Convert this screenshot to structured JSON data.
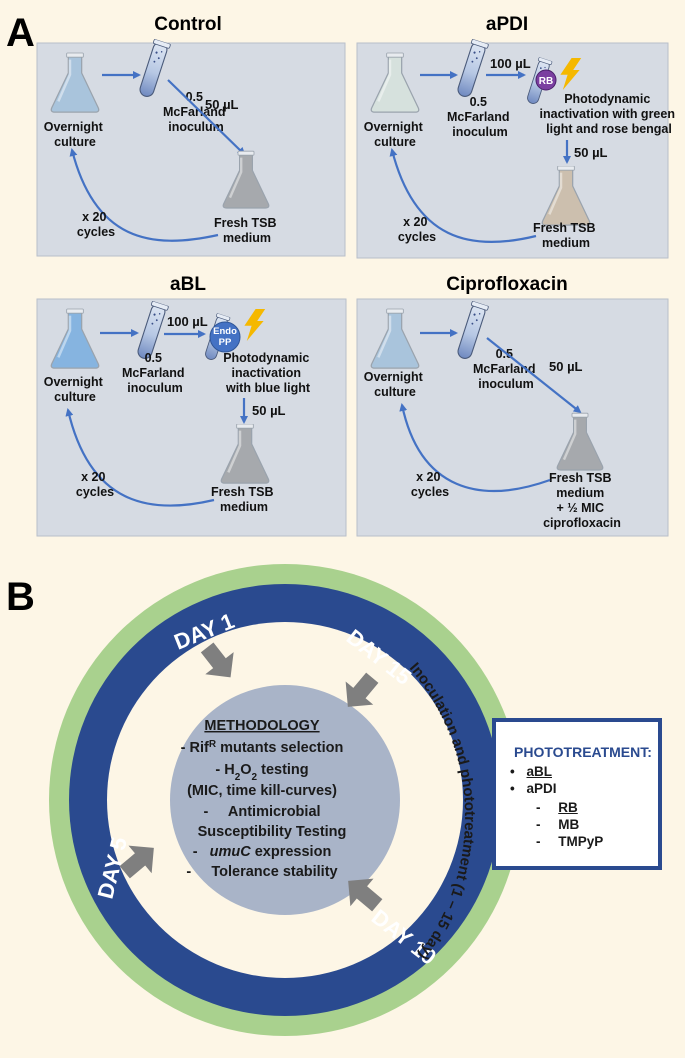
{
  "panel_a": {
    "letter": "A",
    "control": {
      "title": "Control",
      "overnight": [
        "Overnight",
        "culture"
      ],
      "inoculum": [
        "0.5",
        "McFarland",
        "inoculum"
      ],
      "volume": "50 µL",
      "fresh": [
        "Fresh TSB",
        "medium"
      ],
      "cycles": [
        "x 20",
        "cycles"
      ]
    },
    "apdi": {
      "title": "aPDI",
      "overnight": [
        "Overnight",
        "culture"
      ],
      "inoculum": [
        "0.5",
        "McFarland",
        "inoculum"
      ],
      "volume1": "100 µL",
      "badge": "RB",
      "treatment": [
        "Photodynamic",
        "inactivation with green",
        "light and rose bengal"
      ],
      "volume2": "50 µL",
      "fresh": [
        "Fresh TSB",
        "medium"
      ],
      "cycles": [
        "x 20",
        "cycles"
      ]
    },
    "abl": {
      "title": "aBL",
      "overnight": [
        "Overnight",
        "culture"
      ],
      "inoculum": [
        "0.5",
        "McFarland",
        "inoculum"
      ],
      "volume1": "100 µL",
      "badge": [
        "Endo",
        "PP"
      ],
      "treatment": [
        "Photodynamic",
        "inactivation",
        "with blue light"
      ],
      "volume2": "50 µL",
      "fresh": [
        "Fresh TSB",
        "medium"
      ],
      "cycles": [
        "x 20",
        "cycles"
      ]
    },
    "cipro": {
      "title": "Ciprofloxacin",
      "overnight": [
        "Overnight",
        "culture"
      ],
      "inoculum": [
        "0.5",
        "McFarland",
        "inoculum"
      ],
      "volume": "50 µL",
      "fresh": [
        "Fresh TSB",
        "medium",
        "+ ½ MIC",
        "ciprofloxacin"
      ],
      "cycles": [
        "x 20",
        "cycles"
      ]
    }
  },
  "panel_b": {
    "letter": "B",
    "days": [
      "DAY 1",
      "DAY 15",
      "DAY 10",
      "DAY 5"
    ],
    "ring_text": "Inoculation and phototreatment (1 – 15 day)",
    "methodology": {
      "title": "METHODOLOGY",
      "rif_prefix": "- Rif",
      "rif_sup": "R",
      "rif_suffix": " mutants selection",
      "h2o2_prefix": "- H",
      "h2o2_sub1": "2",
      "h2o2_mid": "O",
      "h2o2_sub2": "2",
      "h2o2_suffix": " testing",
      "mic": "(MIC, time kill-curves)",
      "ast1": "-     Antimicrobial",
      "ast2": "Susceptibility Testing",
      "umuc_prefix": "-   ",
      "umuc_gene": "umuC",
      "umuc_suffix": " expression",
      "tol": "-     Tolerance stability"
    },
    "phototreatment": {
      "title": "PHOTOTREATMENT:",
      "items": [
        "aBL",
        "aPDI"
      ],
      "sub_items": [
        "RB",
        "MB",
        "TMPyP"
      ]
    }
  },
  "colors": {
    "panel_bg": "#d6dbe3",
    "arrow": "#4472c4",
    "ring_dark": "#2a4a8f",
    "ring_green": "#a9d18e",
    "center": "#a9b4c8",
    "grey_arrow": "#7f7f7f"
  }
}
